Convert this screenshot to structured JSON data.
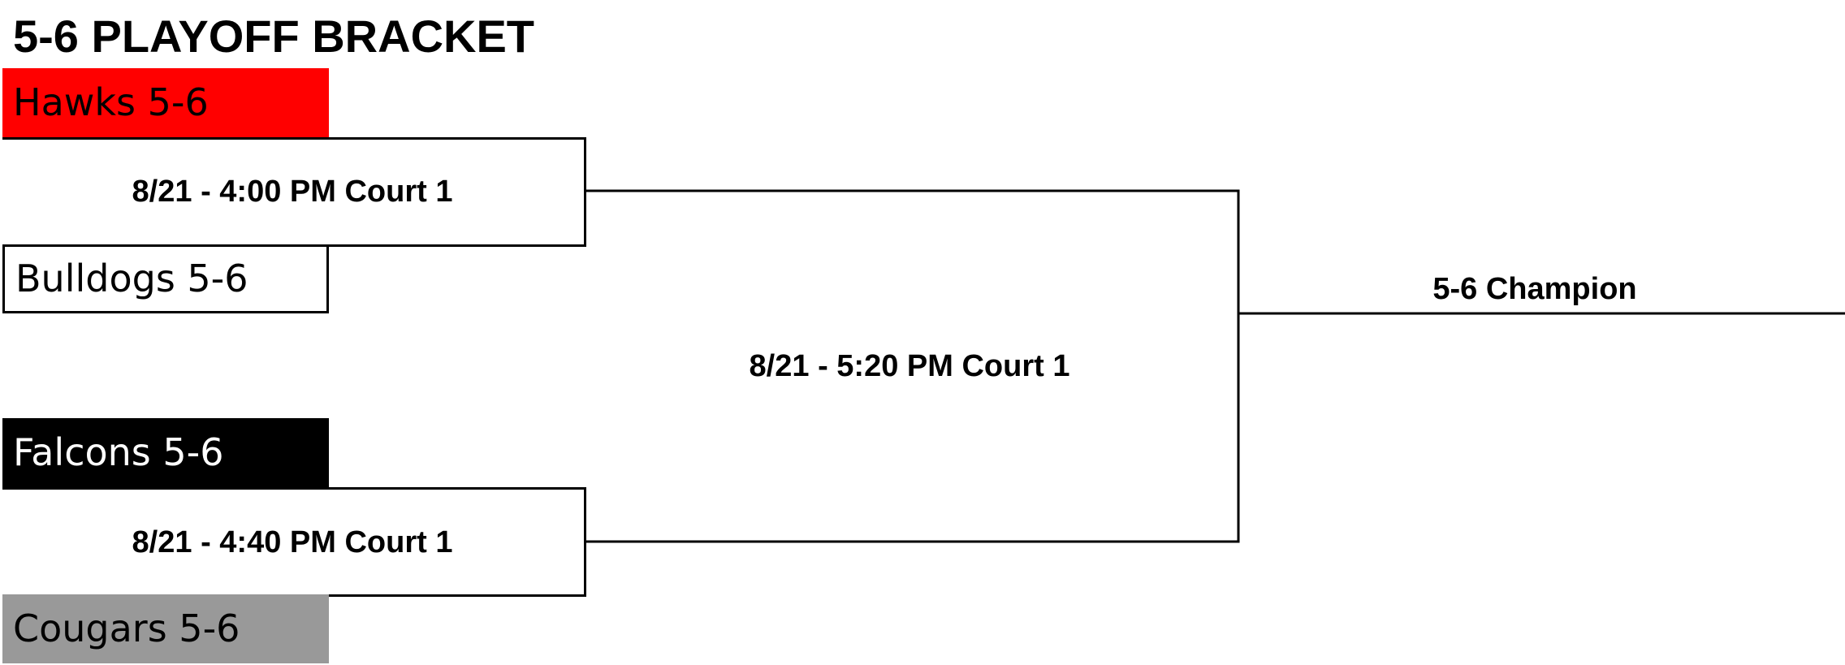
{
  "title": "5-6 PLAYOFF BRACKET",
  "teams": [
    {
      "name": "Hawks 5-6",
      "color": "#ff0000",
      "text_color": "#000000"
    },
    {
      "name": "Bulldogs 5-6",
      "color": "#ffffff",
      "text_color": "#000000"
    },
    {
      "name": "Falcons 5-6",
      "color": "#000000",
      "text_color": "#ffffff"
    },
    {
      "name": "Cougars 5-6",
      "color": "#999999",
      "text_color": "#000000"
    }
  ],
  "games": [
    {
      "label": "8/21 - 4:00 PM Court 1"
    },
    {
      "label": "8/21 - 4:40 PM Court 1"
    },
    {
      "label": "8/21 - 5:20 PM Court 1"
    }
  ],
  "champion": {
    "label": "5-6 Champion"
  }
}
